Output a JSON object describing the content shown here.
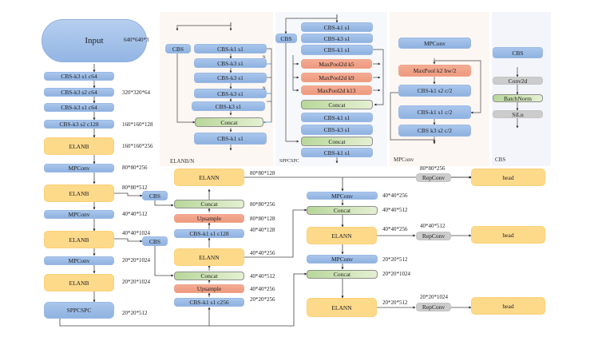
{
  "backbone": {
    "input": {
      "label": "Input",
      "dim": "640*640*3"
    },
    "layers": [
      {
        "label": "CBS-k3 s1 c64",
        "dim": ""
      },
      {
        "label": "CBS-k3 s2 c64",
        "dim": "320*320*64"
      },
      {
        "label": "CBS-k3 s1 c64",
        "dim": ""
      },
      {
        "label": "CBS-k3 s2 c128",
        "dim": "160*160*128"
      },
      {
        "label": "ELANB",
        "dim": "160*160*256"
      },
      {
        "label": "MPConv",
        "dim": "80*80*256"
      },
      {
        "label": "ELANB",
        "dim": "80*80*512"
      },
      {
        "label": "MPConv",
        "dim": "40*40*512"
      },
      {
        "label": "ELANB",
        "dim": "40*40*1024"
      },
      {
        "label": "MPConv",
        "dim": "20*20*1024"
      },
      {
        "label": "ELANB",
        "dim": "20*20*1024"
      },
      {
        "label": "SPPCSPC",
        "dim": "20*20*512"
      }
    ],
    "side_cbs": [
      "CBS",
      "CBS"
    ]
  },
  "neck": {
    "topdown": [
      {
        "label": "ELANN",
        "dim": "80*80*128"
      },
      {
        "label": "Concat",
        "dim": "80*80*256"
      },
      {
        "label": "Upsample",
        "dim": "80*80*128"
      },
      {
        "label": "CBS-k1 s1 c128",
        "dim": "40*40*128"
      },
      {
        "label": "ELANN",
        "dim": "40*40*256"
      },
      {
        "label": "Concat",
        "dim": "40*40*512"
      },
      {
        "label": "Upsample",
        "dim": "40*40*256"
      },
      {
        "label": "CBS-k1 s1 c256",
        "dim": "20*20*256"
      }
    ],
    "bottomup": [
      {
        "label": "MPConv",
        "dim": "40*40*256"
      },
      {
        "label": "Concat",
        "dim": "40*40*512"
      },
      {
        "label": "ELANN",
        "dim": "40*40*256"
      },
      {
        "label": "MPConv",
        "dim": "20*20*512"
      },
      {
        "label": "Concat",
        "dim": "20*20*1024"
      },
      {
        "label": "ELANN",
        "dim": "20*20*512"
      }
    ]
  },
  "heads": [
    {
      "repconv": "RepConv",
      "dim": "80*80*256",
      "head": "head"
    },
    {
      "repconv": "RepConv",
      "dim": "40*40*512",
      "head": "head"
    },
    {
      "repconv": "RepConv",
      "dim": "20*20*1024",
      "head": "head"
    }
  ],
  "legend": {
    "elan": {
      "title": "ELANB/N",
      "cbs": "CBS",
      "blocks": [
        "CBS-k1 s1",
        "CBS-k3 s1",
        "CBS-k3 s1",
        "CBS-k3 s1",
        "CBS-k3 s1"
      ],
      "concat": "Concat",
      "out": "CBS-k1 s1",
      "n1": "N",
      "n2": "N"
    },
    "spp": {
      "title": "SPPCSPC",
      "cbs": "CBS",
      "top": [
        "CBS-k1 s1",
        "CBS-k3 s1",
        "CBS-k1 s1"
      ],
      "pools": [
        "MaxPool2d k5",
        "MaxPool2d k9",
        "MaxPool2d k13"
      ],
      "concat1": "Concat",
      "mid": [
        "CBS-k1 s1",
        "CBS-k3 s1"
      ],
      "concat2": "Concat",
      "out": "CBS-k1 s1"
    },
    "mpconv": {
      "title": "MPConv",
      "head": "MPConv",
      "pool": "MaxPool k2 hw/2",
      "b1": "CBS-k1 s2 c/2",
      "b2": "CBS-k1 s1 c/2",
      "b3": "CBS k3 s2 c/2"
    },
    "cbs": {
      "title": "CBS",
      "head": "CBS",
      "conv": "Conv2d",
      "bn": "BatchNorm",
      "act": "SiLu"
    }
  }
}
